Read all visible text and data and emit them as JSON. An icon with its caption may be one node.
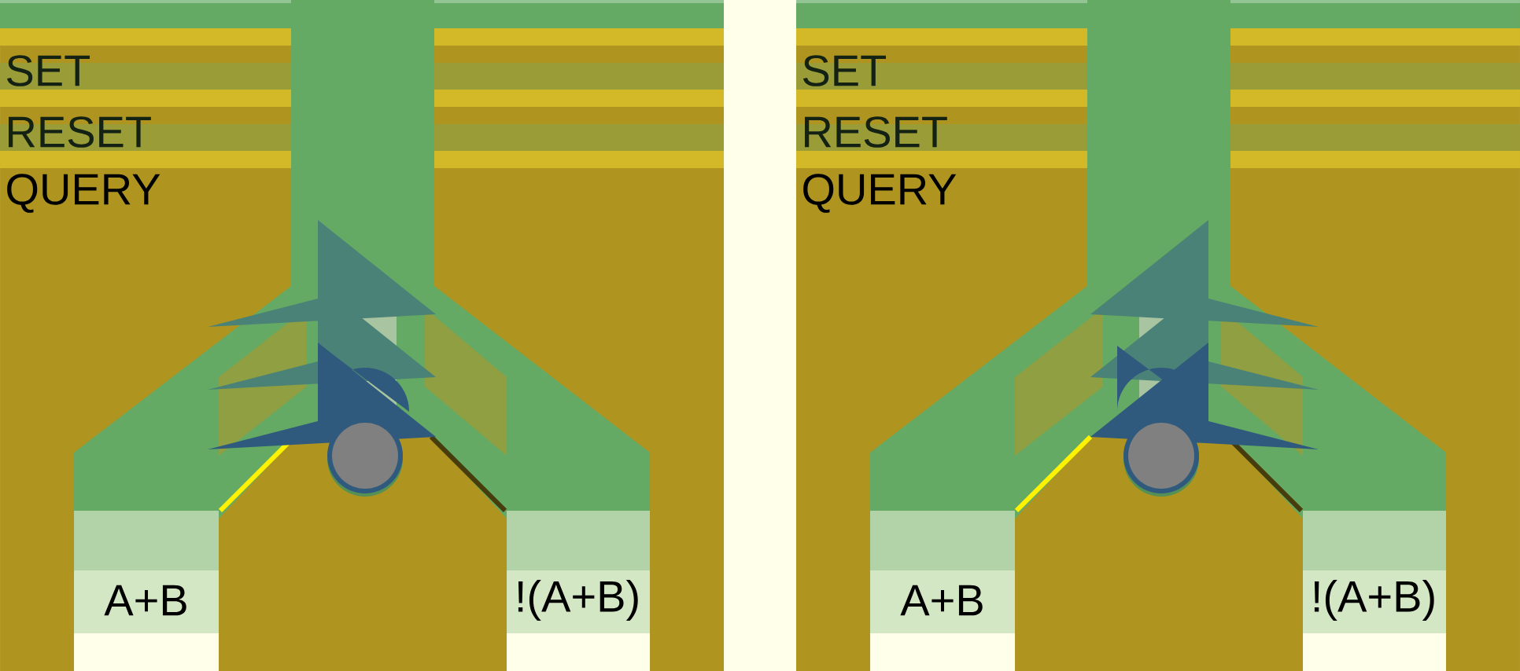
{
  "diagram": {
    "labels": [
      "SET",
      "RESET",
      "QUERY",
      "A+B",
      "!(A+B)",
      "SET",
      "RESET",
      "QUERY",
      "A+B",
      "!(A+B)"
    ]
  }
}
